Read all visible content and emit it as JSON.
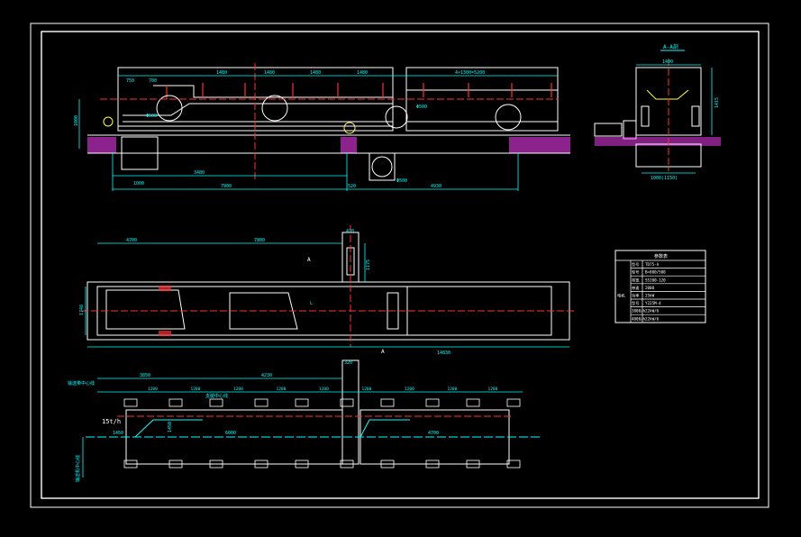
{
  "colors": {
    "background": "#000000",
    "frame": "#ffffff",
    "outline": "#ffffff",
    "dimension": "#00ffff",
    "centerline": "#ff3030",
    "hatch": "#ff40ff",
    "detail": "#ffff40",
    "magenta": "#ff40ff",
    "table_border": "#ffffff"
  },
  "elevation": {
    "dims_top": [
      "750",
      "700",
      "1480",
      "1480",
      "1480",
      "1480",
      "4×1300=5200"
    ],
    "dims_bottom": [
      "3480",
      "7900",
      "520",
      "4930"
    ],
    "dim_left": "1000",
    "dim_gap": "1000",
    "label_b": "Φ500",
    "label_a": "Φ500",
    "label_c": "Φ500"
  },
  "section_aa": {
    "title": "A-A剖",
    "dim_top": "1400",
    "dim_right": "1415",
    "dim_bottom": "1000(1150)"
  },
  "plan": {
    "dims_top": [
      "4700",
      "7800"
    ],
    "dim_left": "1748",
    "dim_pulley": "470",
    "dim_pulley_v": "1175",
    "dim_bottom": "14830",
    "section_mark_top": "A",
    "section_mark_bottom": "A",
    "label_l": "L"
  },
  "lower_view": {
    "dims_top": [
      "3850",
      "4230",
      "320"
    ],
    "dims_pitch": [
      "1200",
      "1200",
      "1200",
      "1200",
      "1200",
      "1200",
      "1200",
      "1200",
      "1200",
      "1200"
    ],
    "dim_left_a": "1450",
    "dim_left_b": "1450",
    "dim_center_a": "6000",
    "dim_center_b": "4700",
    "capacity": "15t/h",
    "note_left": "输送带中心线",
    "note_right": "支腿中心线",
    "note_vertical": "输送机中心线"
  },
  "param_table": {
    "title": "参数表",
    "rows": [
      {
        "group": "",
        "k": "型号",
        "v": "TD75-A"
      },
      {
        "group": "",
        "k": "型号",
        "v": "B=800/500"
      },
      {
        "group": "",
        "k": "带宽",
        "v": "SS100-120"
      },
      {
        "group": "",
        "k": "带速",
        "v": "2000"
      },
      {
        "group": "电机",
        "k": "功率",
        "v": "25kW"
      },
      {
        "group": "",
        "k": "型号",
        "v": "Y225M-4"
      },
      {
        "group": "",
        "k": "3800/h",
        "v": "22kW/6"
      },
      {
        "group": "",
        "k": "4000/h",
        "v": "22kW/6"
      }
    ]
  }
}
